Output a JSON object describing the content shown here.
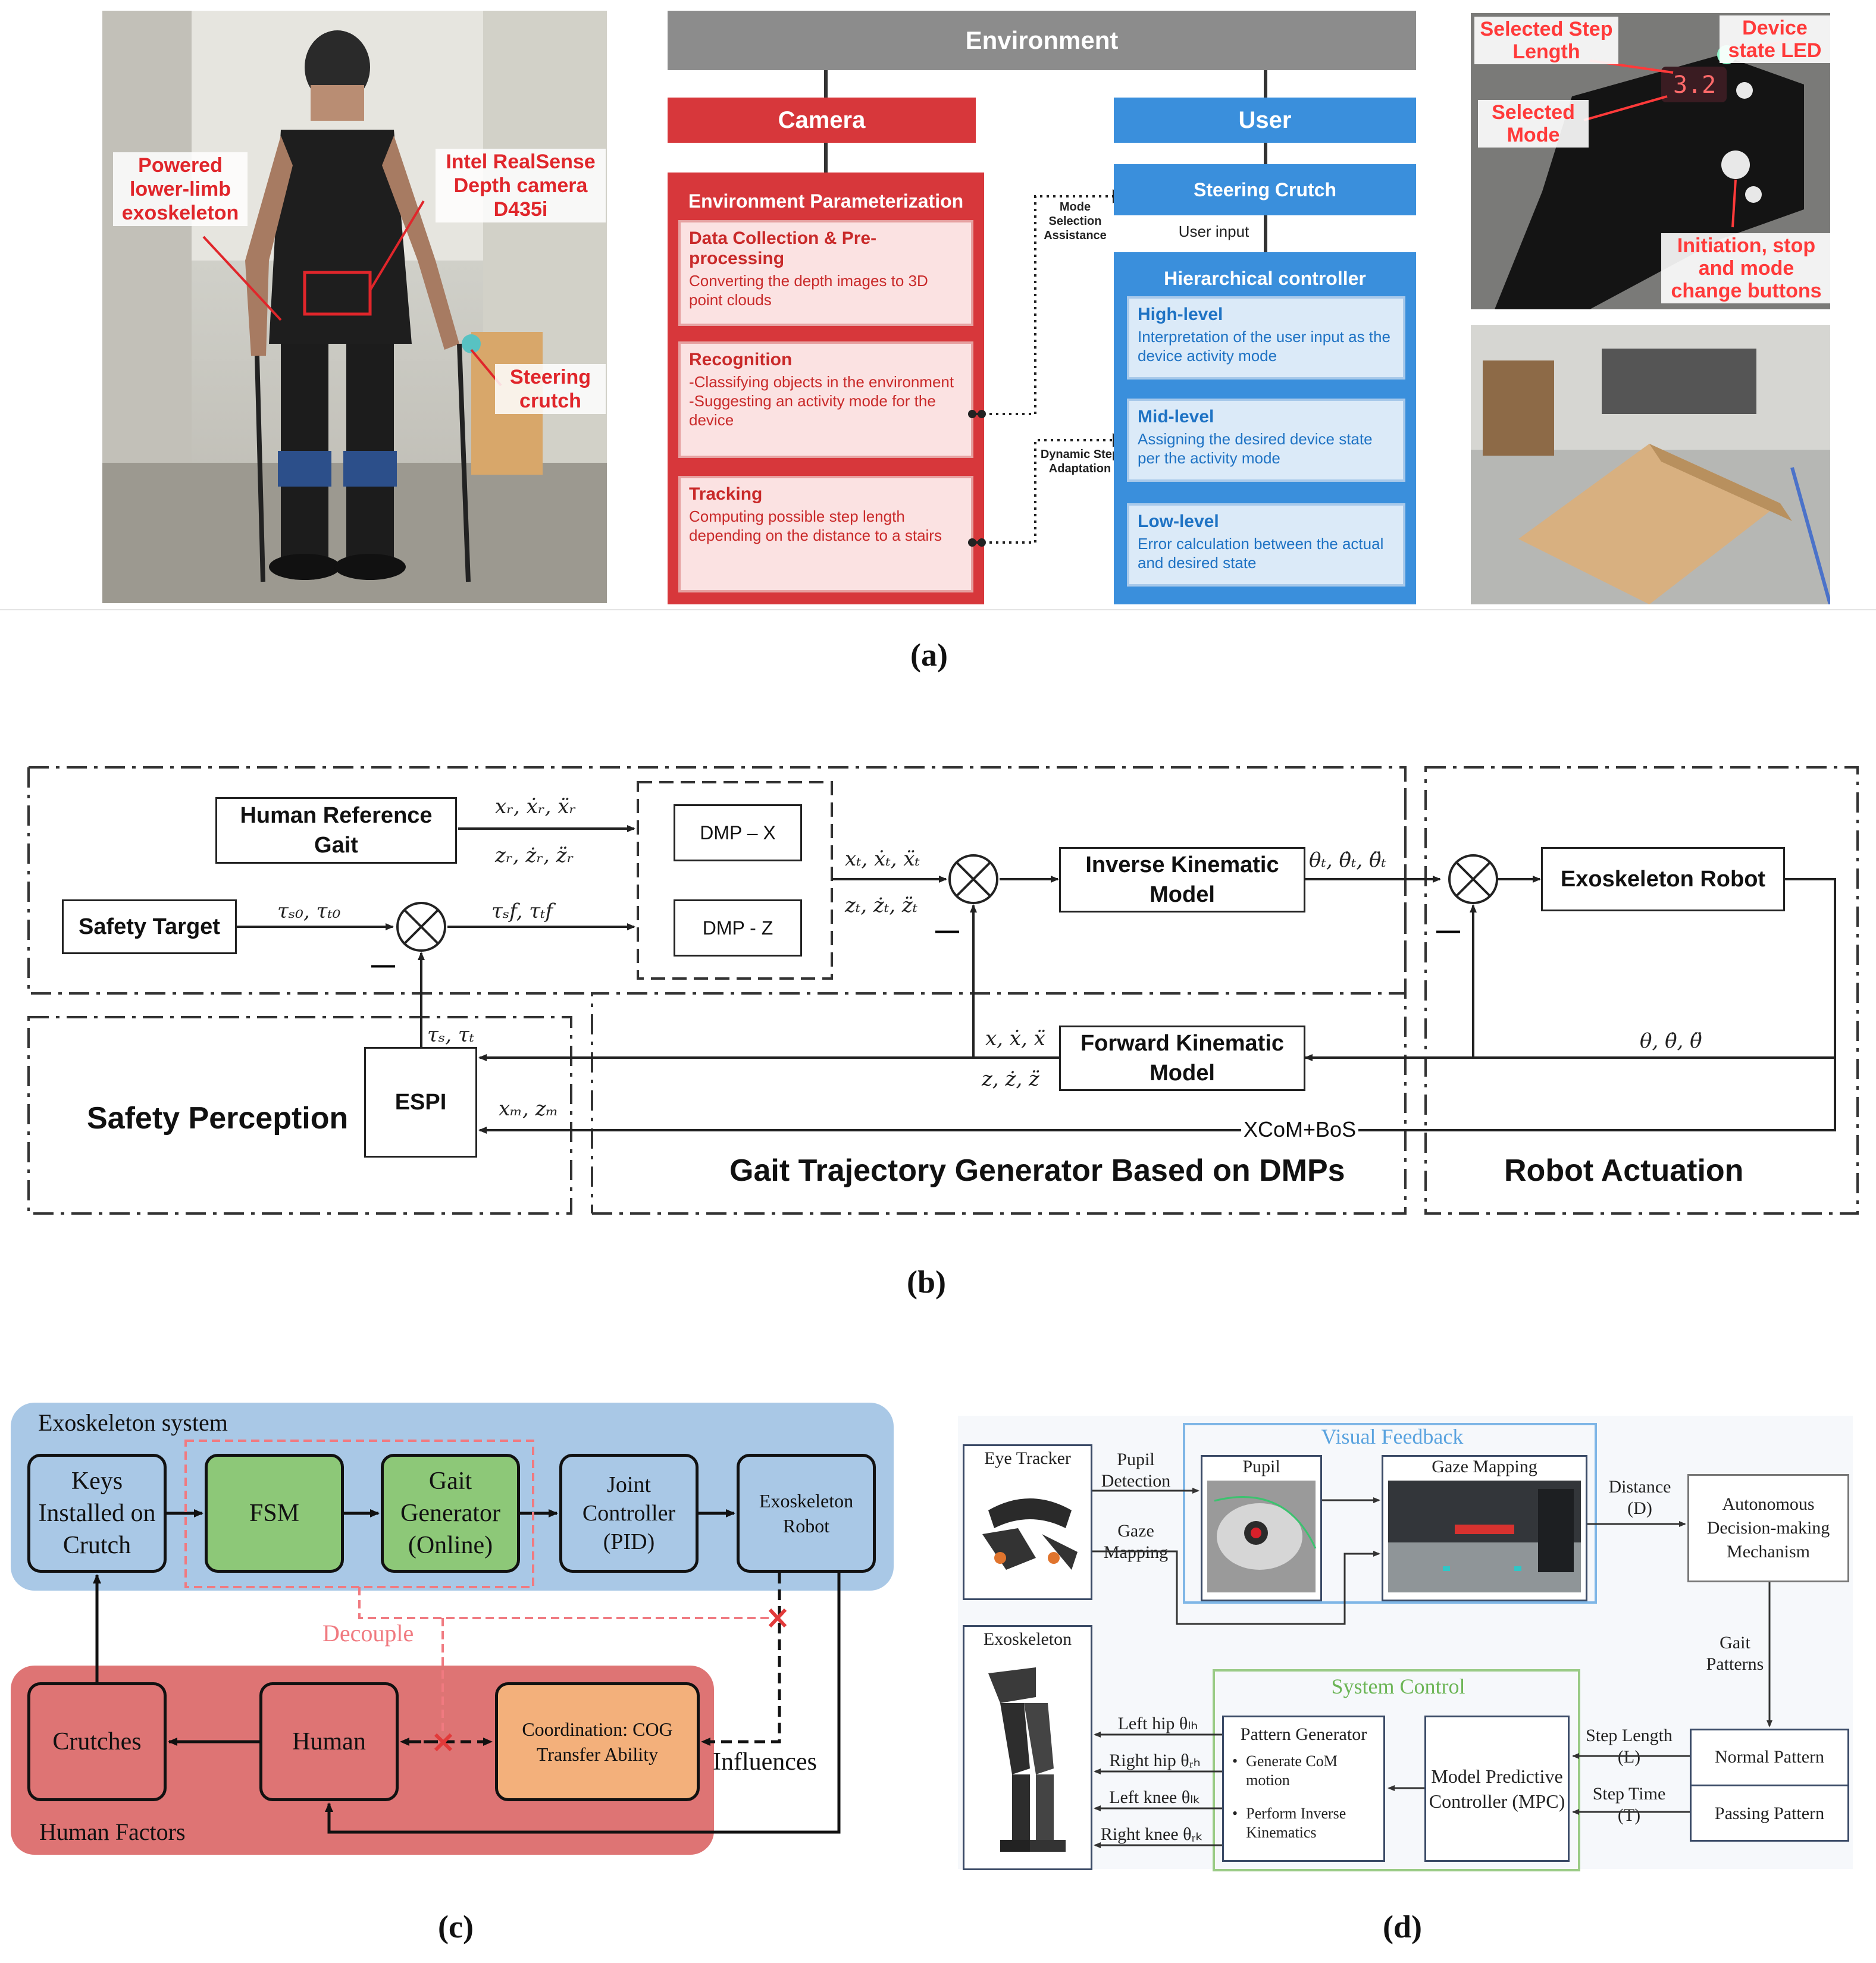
{
  "captions": {
    "a": "(a)",
    "b": "(b)",
    "c": "(c)",
    "d": "(d)"
  },
  "panel_a": {
    "photo_labels": {
      "exoskeleton": "Powered lower-limb exoskeleton",
      "camera": "Intel RealSense Depth camera D435i",
      "crutch": "Steering crutch"
    },
    "diagram": {
      "environment": "Environment",
      "camera": "Camera",
      "user": "User",
      "env_param": "Environment Parameterization",
      "data_title": "Data Collection & Pre-processing",
      "data_body": "Converting the depth images to 3D point clouds",
      "recog_title": "Recognition",
      "recog_body": "-Classifying objects in the environment -Suggesting an activity mode for the device",
      "track_title": "Tracking",
      "track_body": "Computing possible step length depending on the distance to a stairs",
      "mode_sel": "Mode Selection Assistance",
      "dyn_step": "Dynamic Step Adaptation",
      "steering": "Steering Crutch",
      "user_input": "User input",
      "hier": "Hierarchical controller",
      "high_title": "High-level",
      "high_body": "Interpretation of the user input as the device activity mode",
      "mid_title": "Mid-level",
      "mid_body": "Assigning the desired device state per the activity mode",
      "low_title": "Low-level",
      "low_body": "Error calculation between the actual and desired state"
    },
    "crutch_labels": {
      "step_length": "Selected Step Length",
      "led": "Device state LED",
      "mode": "Selected Mode",
      "buttons": "Initiation, stop and mode change buttons"
    }
  },
  "panel_b": {
    "human_ref": "Human Reference Gait",
    "safety_target": "Safety Target",
    "dmp_x": "DMP – X",
    "dmp_z": "DMP - Z",
    "ik": "Inverse Kinematic Model",
    "exo": "Exoskeleton Robot",
    "fk": "Forward Kinematic Model",
    "espi": "ESPI",
    "safety_perception": "Safety Perception",
    "gait_gen": "Gait Trajectory Generator Based on DMPs",
    "robot_act": "Robot Actuation",
    "xcom": "XCoM+BoS",
    "m_xr": "xᵣ, ẋᵣ, ẍᵣ",
    "m_zr": "zᵣ, żᵣ, z̈ᵣ",
    "m_ts0": "τₛ₀, τₜ₀",
    "m_tsf": "τₛf, τₜf",
    "m_xt": "xₜ, ẋₜ, ẍₜ",
    "m_zt": "zₜ, żₜ, z̈ₜ",
    "m_theta_t": "θₜ, θ̇ₜ, θ̈ₜ",
    "m_theta": "θ, θ̇, θ̈",
    "m_x": "x, ẋ, ẍ",
    "m_z": "z, ż, z̈",
    "m_ts": "τₛ, τₜ",
    "m_xm": "xₘ, zₘ",
    "minus": "—"
  },
  "panel_c": {
    "system": "Exoskeleton system",
    "keys": "Keys Installed on Crutch",
    "fsm": "FSM",
    "gait": "Gait Generator (Online)",
    "joint": "Joint Controller (PID)",
    "robot": "Exoskeleton Robot",
    "decouple": "Decouple",
    "crutches": "Crutches",
    "human": "Human",
    "coord": "Coordination: COG Transfer Ability",
    "influences": "Influences",
    "human_factors": "Human Factors",
    "colors": {
      "blue": "#a9c8e6",
      "red": "#de7474",
      "green": "#8dc878",
      "orange": "#f3b07b"
    }
  },
  "panel_d": {
    "eye_tracker": "Eye Tracker",
    "pupil_detection": "Pupil Detection",
    "gaze_mapping_lbl": "Gaze Mapping",
    "visual_feedback": "Visual Feedback",
    "pupil": "Pupil",
    "gaze_mapping": "Gaze Mapping",
    "distance": "Distance (D)",
    "autonomous": "Autonomous Decision-making Mechanism",
    "gait_patterns": "Gait Patterns",
    "exoskeleton": "Exoskeleton",
    "system_control": "System Control",
    "left_hip": "Left hip θₗₕ",
    "right_hip": "Right hip θᵣₕ",
    "left_knee": "Left knee θₗₖ",
    "right_knee": "Right knee θᵣₖ",
    "pattern_gen": "Pattern Generator",
    "bullet1": "Generate CoM motion",
    "bullet2": "Perform Inverse Kinematics",
    "mpc": "Model Predictive Controller (MPC)",
    "step_length": "Step Length (L)",
    "step_time": "Step Time (T)",
    "normal": "Normal Pattern",
    "passing": "Passing Pattern"
  }
}
